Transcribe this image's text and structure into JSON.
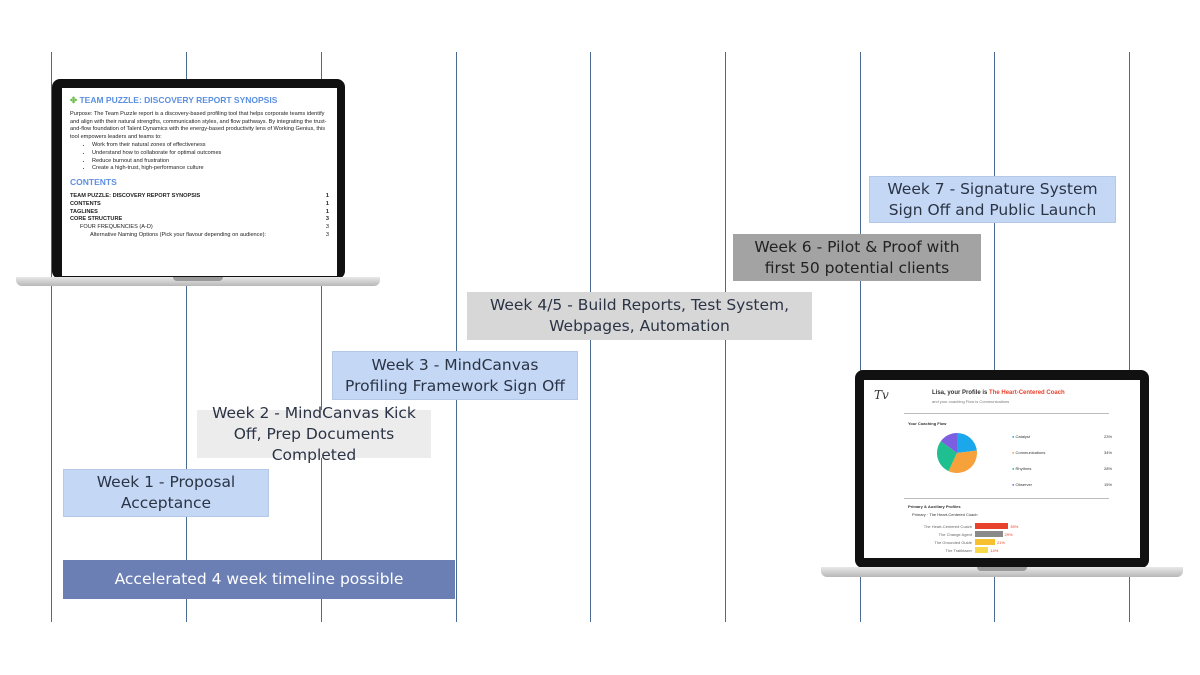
{
  "timeline": {
    "milestones": [
      {
        "label": "Week 1 - Proposal Acceptance"
      },
      {
        "label": "Week 2 - MindCanvas Kick Off, Prep Documents Completed"
      },
      {
        "label": "Week 3 - MindCanvas Profiling Framework Sign Off"
      },
      {
        "label": "Week 4/5 - Build Reports, Test System, Webpages, Automation"
      },
      {
        "label": "Week 6 - Pilot & Proof with first 50 potential clients"
      },
      {
        "label": "Week 7 - Signature System Sign Off and Public Launch"
      }
    ],
    "note": "Accelerated 4 week timeline possible",
    "colors": {
      "light_blue": "#c4d8f6",
      "grey": "#d7d7d7",
      "dark_grey": "#a3a3a3",
      "navy": "#6b7fb4",
      "gridline": "#4a6a90"
    }
  },
  "left_laptop": {
    "title": "TEAM PUZZLE: DISCOVERY REPORT SYNOPSIS",
    "purpose": "Purpose: The Team Puzzle report is a discovery-based profiling tool that helps corporate teams identify and align with their natural strengths, communication styles, and flow pathways. By integrating the trust-and-flow foundation of Talent Dynamics with the energy-based productivity lens of Working Genius, this tool empowers leaders and teams to:",
    "bullets": [
      "Work from their natural zones of effectiveness",
      "Understand how to collaborate for optimal outcomes",
      "Reduce burnout and frustration",
      "Create a high-trust, high-performance culture"
    ],
    "contents_heading": "CONTENTS",
    "toc": [
      {
        "label": "TEAM PUZZLE: DISCOVERY REPORT SYNOPSIS",
        "page": "1"
      },
      {
        "label": "CONTENTS",
        "page": "1"
      },
      {
        "label": "TAGLINES",
        "page": "1"
      },
      {
        "label": "CORE STRUCTURE",
        "page": "3"
      },
      {
        "label": "FOUR FREQUENCIES (A-D)",
        "page": "3"
      },
      {
        "label": "Alternative Naming Options (Pick your flavour depending on audience):",
        "page": "3"
      }
    ]
  },
  "right_laptop": {
    "heading_prefix": "Lisa, your Profile is ",
    "heading_profile": "The Heart-Centered Coach",
    "subheading": "and your coaching Flow is Communications",
    "flow_title": "Your Coaching Flow",
    "pie": [
      {
        "name": "Catalyst",
        "value": 23,
        "color": "#1aa7ec"
      },
      {
        "name": "Communications",
        "value": 34,
        "color": "#f7a13a"
      },
      {
        "name": "Rhythms",
        "value": 28,
        "color": "#1fbf8f"
      },
      {
        "name": "Observer",
        "value": 15,
        "color": "#7b5fe0"
      }
    ],
    "profiles_title": "Primary & Auxiliary Profiles",
    "primary_label": "Primary · The Heart-Centered Coach",
    "bars": [
      {
        "name": "The Heart-Centered Coach",
        "value": 35,
        "color": "#e8412c"
      },
      {
        "name": "The Change Agent",
        "value": 29,
        "color": "#8a8a8a"
      },
      {
        "name": "The Grounded Guide",
        "value": 21,
        "color": "#f7c02e"
      },
      {
        "name": "The Trailblazer",
        "value": 14,
        "color": "#f7d94a"
      }
    ]
  }
}
